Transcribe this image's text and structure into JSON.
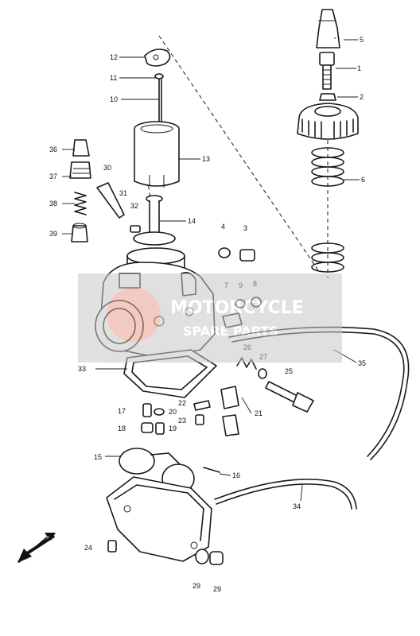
{
  "diagram": {
    "callouts": [
      "1",
      "2",
      "3",
      "4",
      "5",
      "6",
      "7",
      "8",
      "9",
      "10",
      "11",
      "12",
      "13",
      "14",
      "15",
      "16",
      "17",
      "18",
      "19",
      "20",
      "21",
      "22",
      "23",
      "24",
      "25",
      "26",
      "27",
      "29",
      "29",
      "30",
      "31",
      "32",
      "33",
      "34",
      "35",
      "36",
      "37",
      "38",
      "39"
    ],
    "line_color": "#1a1a1a",
    "background": "#ffffff"
  },
  "watermark": {
    "text_line1": "MOTORCYCLE",
    "text_line2": "SPARE PARTS",
    "color": "#e8a090",
    "overlay_color": "#c8c8c8"
  },
  "arrow": {
    "icon": "direction-arrow-icon",
    "direction": "down-left"
  }
}
